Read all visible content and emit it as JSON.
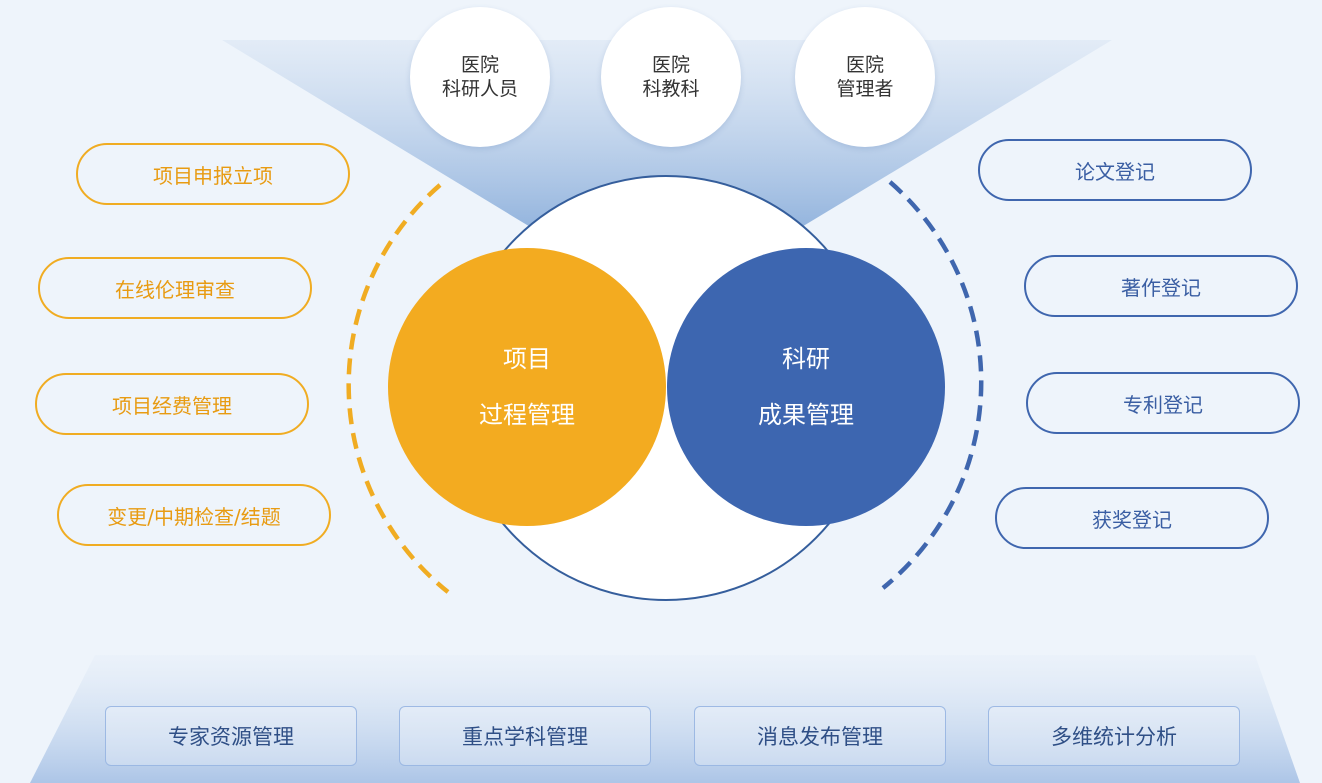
{
  "users": [
    {
      "line1": "医院",
      "line2": "科研人员"
    },
    {
      "line1": "医院",
      "line2": "科教科"
    },
    {
      "line1": "医院",
      "line2": "管理者"
    }
  ],
  "left_items": [
    "项目申报立项",
    "在线伦理审查",
    "项目经费管理",
    "变更/中期检查/结题"
  ],
  "right_items": [
    "论文登记",
    "著作登记",
    "专利登记",
    "获奖登记"
  ],
  "core": {
    "left": {
      "line1": "项目",
      "line2": "过程管理"
    },
    "right": {
      "line1": "科研",
      "line2": "成果管理"
    }
  },
  "bottom_items": [
    "专家资源管理",
    "重点学科管理",
    "消息发布管理",
    "多维统计分析"
  ],
  "colors": {
    "orange": "#f3ab20",
    "blue": "#3d66b0",
    "background": "#eef4fb"
  }
}
